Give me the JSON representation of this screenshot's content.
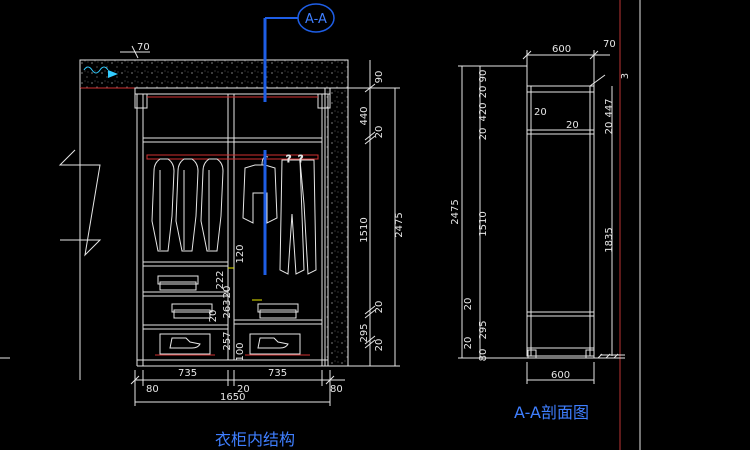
{
  "titles": {
    "main": "衣柜内结构",
    "section": "A-A剖面图",
    "section_tag": "A-A"
  },
  "colors": {
    "background": "#000000",
    "line": "#e6e6e6",
    "accent_blue": "#1e5ee6",
    "title_blue": "#3f7fff",
    "rail_red": "#d03030",
    "yellow": "#e8e800"
  },
  "front": {
    "top": [
      "70"
    ],
    "bottom_row": [
      "80",
      "735",
      "20",
      "735",
      "80"
    ],
    "total": "1650",
    "right_col": [
      "90",
      "440",
      "20",
      "1510",
      "20",
      "295",
      "20"
    ],
    "overall": "2475",
    "inner_left": [
      "120",
      "222",
      "20",
      "263",
      "20",
      "257",
      "100"
    ]
  },
  "section": {
    "top": [
      "600",
      "70"
    ],
    "bottom": "600",
    "left_col": [
      "90",
      "20",
      "420",
      "20",
      "1510",
      "20",
      "295",
      "20",
      "80"
    ],
    "overall": "2475",
    "right_col": [
      "3",
      "447",
      "20",
      "1835"
    ],
    "inner": [
      "20",
      "20"
    ]
  }
}
